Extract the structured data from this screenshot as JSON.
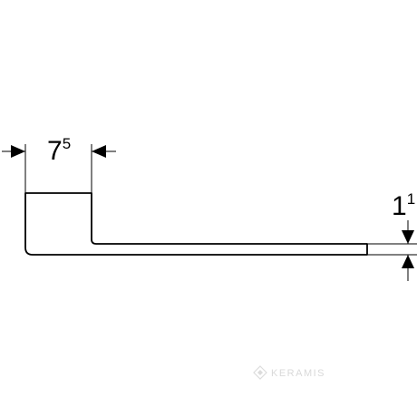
{
  "dimensions": {
    "width_value": {
      "main": "7",
      "sup": "5"
    },
    "thickness_value": {
      "main": "1",
      "sup": "1"
    }
  },
  "watermark": {
    "text": "KERAMIS"
  },
  "colors": {
    "line": "#000000",
    "watermark": "#d9d9d9",
    "background": "#ffffff"
  }
}
